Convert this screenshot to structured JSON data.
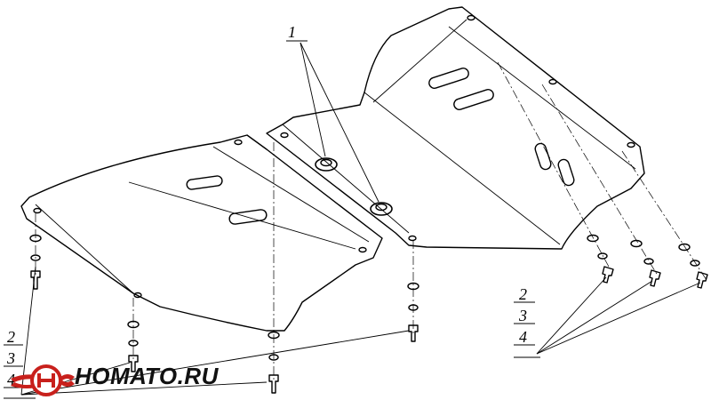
{
  "diagram": {
    "callouts": {
      "part1": "1",
      "left_2": "2",
      "left_3": "3",
      "left_4": "4",
      "right_2": "2",
      "right_3": "3",
      "right_4": "4"
    }
  },
  "logo": {
    "text": "НОМАТО.RU",
    "colors": {
      "ring": "#c8201c",
      "wing": "#c8201c",
      "text": "#111111"
    }
  },
  "colors": {
    "line": "#000000",
    "background": "#ffffff"
  }
}
